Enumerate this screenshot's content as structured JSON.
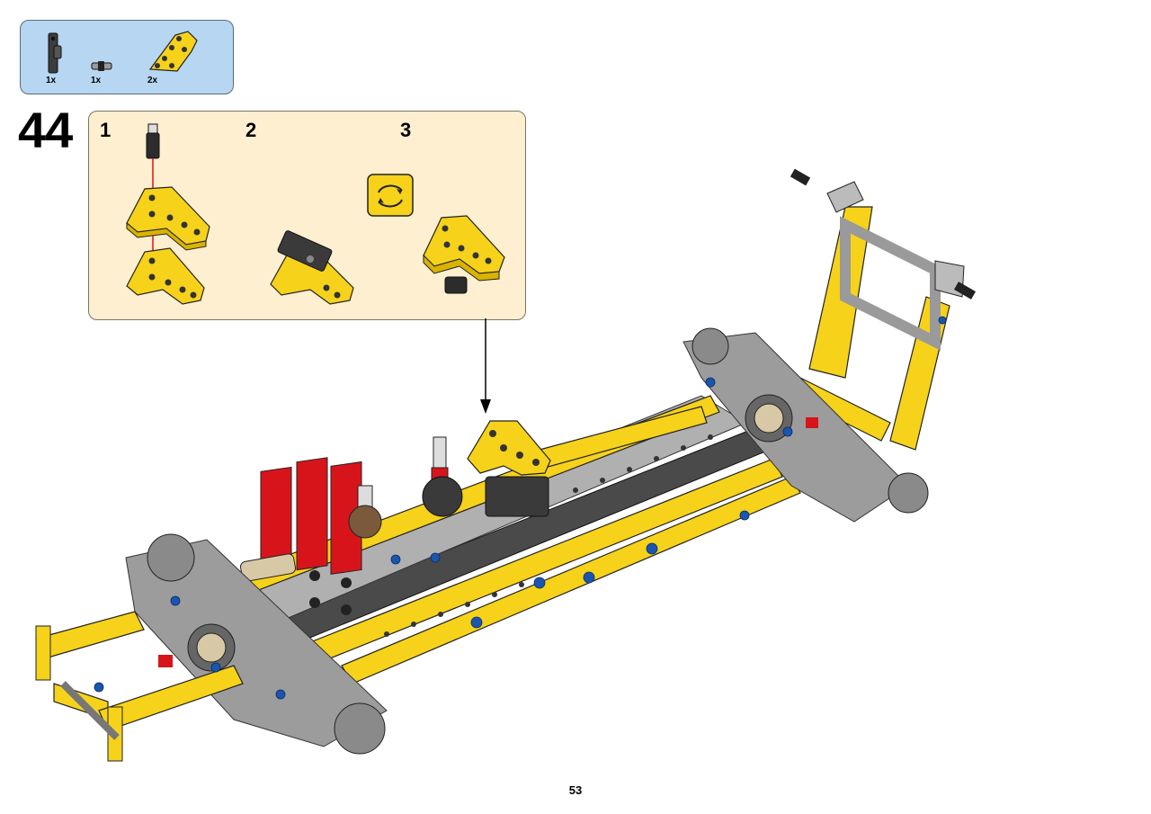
{
  "parts_list": {
    "items": [
      {
        "name": "dark-grey-connector",
        "qty": "1x"
      },
      {
        "name": "black-axle-pin",
        "qty": "1x"
      },
      {
        "name": "yellow-triangle-beam",
        "qty": "2x"
      }
    ]
  },
  "step": {
    "number": "44",
    "substeps": [
      {
        "label": "1"
      },
      {
        "label": "2"
      },
      {
        "label": "3"
      }
    ]
  },
  "page": {
    "number": "53"
  },
  "colors": {
    "parts_bg": "#b6d6f2",
    "substep_bg": "#fdefcf",
    "brick_yellow": "#f6d21a",
    "brick_grey": "#a8a8a8",
    "brick_dark": "#3a3a3a",
    "brick_red": "#d8141b",
    "pin_blue": "#1a56b0"
  },
  "icons": [
    "rotate-model-icon",
    "arrow-down-icon"
  ]
}
